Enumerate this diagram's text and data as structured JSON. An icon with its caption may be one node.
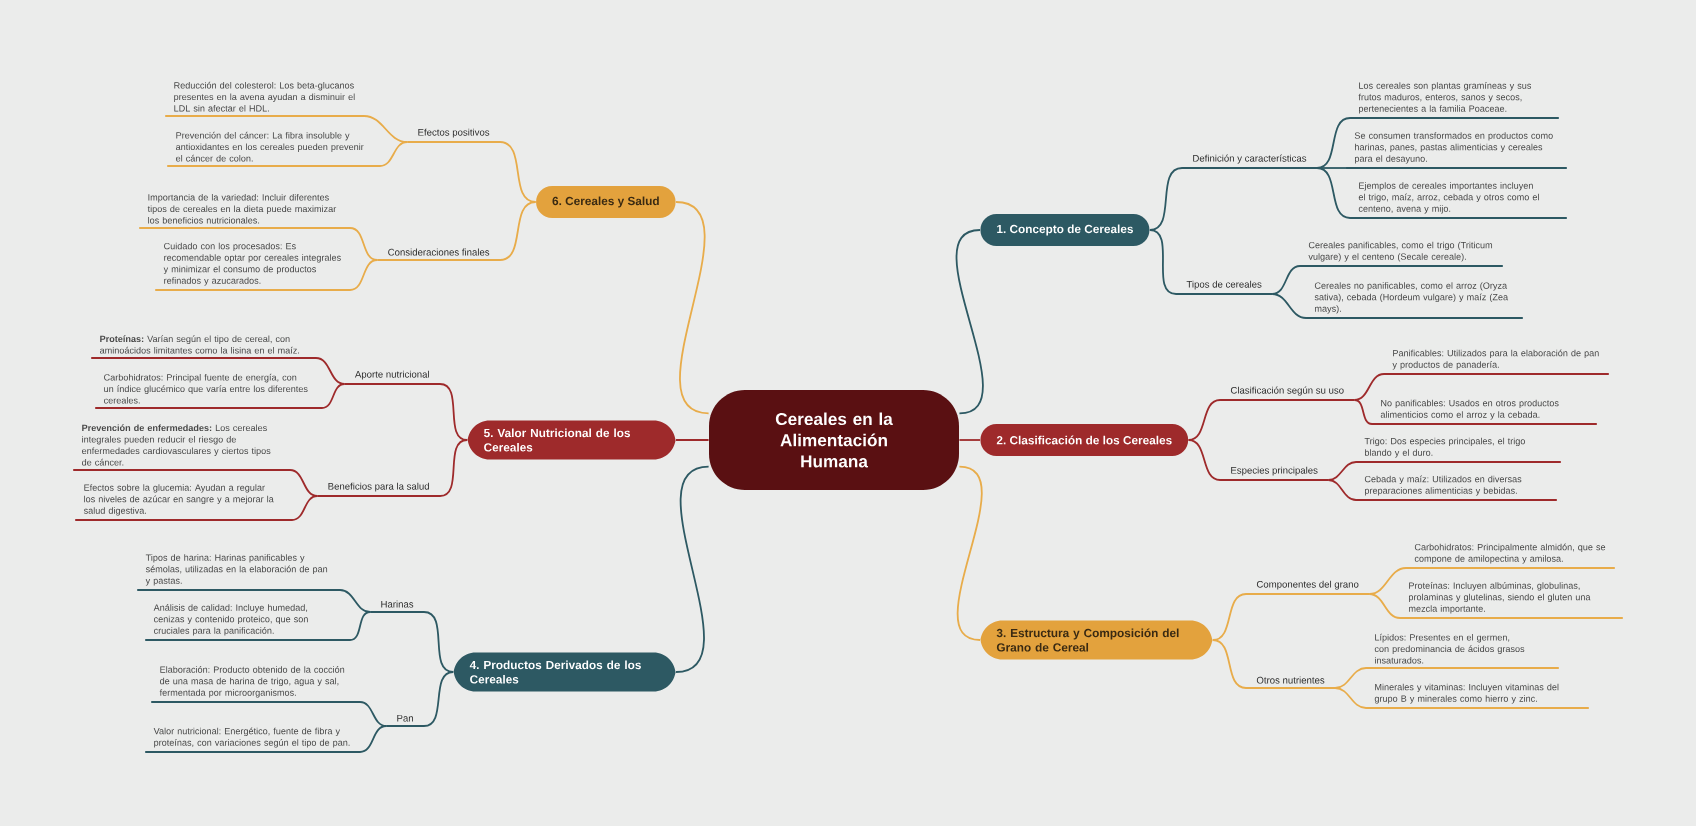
{
  "diagram": {
    "nodes": [
      {
        "text": [
          "Cereales en la Alimentación Humana"
        ]
      },
      {
        "text": [
          "1. Concepto de Cereales"
        ]
      },
      {
        "text": [
          "Definición y características"
        ]
      },
      {
        "text": [
          "Los cereales son plantas gramíneas y sus frutos maduros, enteros, sanos y secos, pertenecientes a la familia Poaceae."
        ]
      },
      {
        "text": [
          "Se consumen transformados en productos como harinas, panes, pastas alimenticias y cereales para el desayuno."
        ]
      },
      {
        "text": [
          "Ejemplos de cereales importantes incluyen el trigo, maíz, arroz, cebada y otros como el centeno, avena y mijo."
        ]
      },
      {
        "text": [
          "Tipos de cereales"
        ]
      },
      {
        "text": [
          "Cereales panificables, como el trigo (Triticum vulgare) y el centeno (Secale cereale)."
        ]
      },
      {
        "text": [
          "Cereales no panificables, como el arroz (Oryza sativa), cebada (Hordeum vulgare) y maíz (Zea mays)."
        ]
      },
      {
        "text": [
          "2. Clasificación de los Cereales"
        ]
      },
      {
        "text": [
          "Clasificación según su uso"
        ]
      },
      {
        "text": [
          "Panificables: Utilizados para la elaboración de pan y productos de panadería."
        ]
      },
      {
        "text": [
          "No panificables: Usados en otros productos alimenticios como el arroz y la cebada."
        ]
      },
      {
        "text": [
          "Especies principales"
        ]
      },
      {
        "text": [
          "Trigo: Dos especies principales, el trigo blando y el duro."
        ]
      },
      {
        "text": [
          "Cebada y maíz: Utilizados en diversas preparaciones alimenticias y bebidas."
        ]
      },
      {
        "text": [
          "3. Estructura y Composición del Grano de Cereal"
        ]
      },
      {
        "text": [
          "Componentes del grano"
        ]
      },
      {
        "text": [
          "Carbohidratos: Principalmente almidón, que se compone de amilopectina y amilosa."
        ]
      },
      {
        "text": [
          "Proteínas: Incluyen albúminas, globulinas, prolaminas y glutelinas, siendo el gluten una mezcla importante."
        ]
      },
      {
        "text": [
          "Otros nutrientes"
        ]
      },
      {
        "text": [
          "Lípidos: Presentes en el germen, con predominancia de ácidos grasos insaturados."
        ]
      },
      {
        "text": [
          "Minerales y vitaminas: Incluyen vitaminas del grupo B y minerales como hierro y zinc."
        ]
      },
      {
        "text": [
          "4. Productos Derivados de los Cereales"
        ]
      },
      {
        "text": [
          "Harinas"
        ]
      },
      {
        "text": [
          "Tipos de harina: Harinas panificables y sémolas, utilizadas en la elaboración de pan y pastas."
        ]
      },
      {
        "text": [
          "Análisis de calidad: Incluye humedad, cenizas y contenido proteico, que son cruciales para la panificación."
        ]
      },
      {
        "text": [
          "Pan"
        ]
      },
      {
        "text": [
          "Elaboración: Producto obtenido de la cocción de una masa de harina de trigo, agua y sal, fermentada por microorganismos."
        ]
      },
      {
        "text": [
          "Valor nutricional: Energético, fuente de fibra y proteínas, con variaciones según el tipo de pan."
        ]
      },
      {
        "text": [
          "5. Valor Nutricional de los Cereales"
        ]
      },
      {
        "text": [
          "Aporte nutricional"
        ]
      },
      {
        "text": [
          "**Proteínas:** Varían según el tipo de cereal, con aminoácidos limitantes como la lisina en el maíz."
        ]
      },
      {
        "text": [
          "Carbohidratos: Principal fuente de energía, con un índice glucémico que varía entre los diferentes cereales."
        ]
      },
      {
        "text": [
          "Beneficios para la salud"
        ]
      },
      {
        "text": [
          "**Prevención de enfermedades:** Los cereales integrales pueden reducir el riesgo de enfermedades cardiovasculares y ciertos tipos de cáncer."
        ]
      },
      {
        "text": [
          "Efectos sobre la glucemia: Ayudan a regular los niveles de azúcar en sangre y a mejorar la salud digestiva."
        ]
      },
      {
        "text": [
          "6. Cereales y Salud"
        ]
      },
      {
        "text": [
          "Efectos positivos"
        ]
      },
      {
        "text": [
          "Reducción del colesterol: Los beta-glucanos presentes en la avena ayudan a disminuir el LDL sin afectar el HDL."
        ]
      },
      {
        "text": [
          "Prevención del cáncer: La fibra insoluble y antioxidantes en los cereales pueden prevenir el cáncer de colon."
        ]
      },
      {
        "text": [
          "Consideraciones finales"
        ]
      },
      {
        "text": [
          "Importancia de la variedad: Incluir diferentes tipos de cereales en la dieta puede maximizar los beneficios nutricionales."
        ]
      },
      {
        "text": [
          "Cuidado con los procesados: Es recomendable optar por cereales integrales y minimizar el consumo de productos refinados y azucarados."
        ]
      }
    ],
    "edges": [
      {
        "from": 0,
        "to": 1,
        "arrow": "none"
      },
      {
        "from": 1,
        "to": 2,
        "arrow": "none"
      },
      {
        "from": 2,
        "to": 3,
        "arrow": "none"
      },
      {
        "from": 2,
        "to": 4,
        "arrow": "none"
      },
      {
        "from": 2,
        "to": 5,
        "arrow": "none"
      },
      {
        "from": 1,
        "to": 6,
        "arrow": "none"
      },
      {
        "from": 6,
        "to": 7,
        "arrow": "none"
      },
      {
        "from": 6,
        "to": 8,
        "arrow": "none"
      },
      {
        "from": 0,
        "to": 9,
        "arrow": "none",
        "color": "#9e2a2b"
      },
      {
        "from": 9,
        "to": 10,
        "arrow": "none",
        "color": "#9e2a2b"
      },
      {
        "from": 10,
        "to": 11,
        "arrow": "none",
        "color": "#9e2a2b"
      },
      {
        "from": 10,
        "to": 12,
        "arrow": "none",
        "color": "#9e2a2b"
      },
      {
        "from": 9,
        "to": 13,
        "arrow": "none",
        "color": "#9e2a2b"
      },
      {
        "from": 13,
        "to": 14,
        "arrow": "none",
        "color": "#9e2a2b"
      },
      {
        "from": 13,
        "to": 15,
        "arrow": "none",
        "color": "#9e2a2b"
      },
      {
        "from": 0,
        "to": 16,
        "arrow": "none",
        "color": "#e8ac4a"
      },
      {
        "from": 16,
        "to": 17,
        "arrow": "none",
        "color": "#e8ac4a"
      },
      {
        "from": 17,
        "to": 18,
        "arrow": "none",
        "color": "#e8ac4a"
      },
      {
        "from": 17,
        "to": 19,
        "arrow": "none",
        "color": "#e8ac4a"
      },
      {
        "from": 16,
        "to": 20,
        "arrow": "none",
        "color": "#e8ac4a"
      },
      {
        "from": 20,
        "to": 21,
        "arrow": "none",
        "color": "#e8ac4a"
      },
      {
        "from": 20,
        "to": 22,
        "arrow": "none",
        "color": "#e8ac4a"
      },
      {
        "from": 0,
        "to": 23,
        "arrow": "none"
      },
      {
        "from": 23,
        "to": 24,
        "arrow": "none"
      },
      {
        "from": 24,
        "to": 25,
        "arrow": "none"
      },
      {
        "from": 24,
        "to": 26,
        "arrow": "none"
      },
      {
        "from": 23,
        "to": 27,
        "arrow": "none"
      },
      {
        "from": 27,
        "to": 28,
        "arrow": "none"
      },
      {
        "from": 27,
        "to": 29,
        "arrow": "none"
      },
      {
        "from": 0,
        "to": 30,
        "arrow": "none",
        "color": "#9e2a2b"
      },
      {
        "from": 30,
        "to": 31,
        "arrow": "none",
        "color": "#9e2a2b"
      },
      {
        "from": 31,
        "to": 32,
        "arrow": "none",
        "color": "#9e2a2b"
      },
      {
        "from": 31,
        "to": 33,
        "arrow": "none",
        "color": "#9e2a2b"
      },
      {
        "from": 30,
        "to": 34,
        "arrow": "none",
        "color": "#9e2a2b"
      },
      {
        "from": 34,
        "to": 35,
        "arrow": "none",
        "color": "#9e2a2b"
      },
      {
        "from": 34,
        "to": 36,
        "arrow": "none",
        "color": "#9e2a2b"
      },
      {
        "from": 0,
        "to": 37,
        "arrow": "none",
        "color": "#e8ac4a"
      },
      {
        "from": 37,
        "to": 38,
        "arrow": "none",
        "color": "#e8ac4a"
      },
      {
        "from": 38,
        "to": 39,
        "arrow": "none",
        "color": "#e8ac4a"
      },
      {
        "from": 38,
        "to": 40,
        "arrow": "none",
        "color": "#e8ac4a"
      },
      {
        "from": 37,
        "to": 41,
        "arrow": "none",
        "color": "#e8ac4a"
      },
      {
        "from": 41,
        "to": 42,
        "arrow": "none",
        "color": "#e8ac4a"
      },
      {
        "from": 41,
        "to": 43,
        "arrow": "none",
        "color": "#e8ac4a"
      }
    ]
  }
}
